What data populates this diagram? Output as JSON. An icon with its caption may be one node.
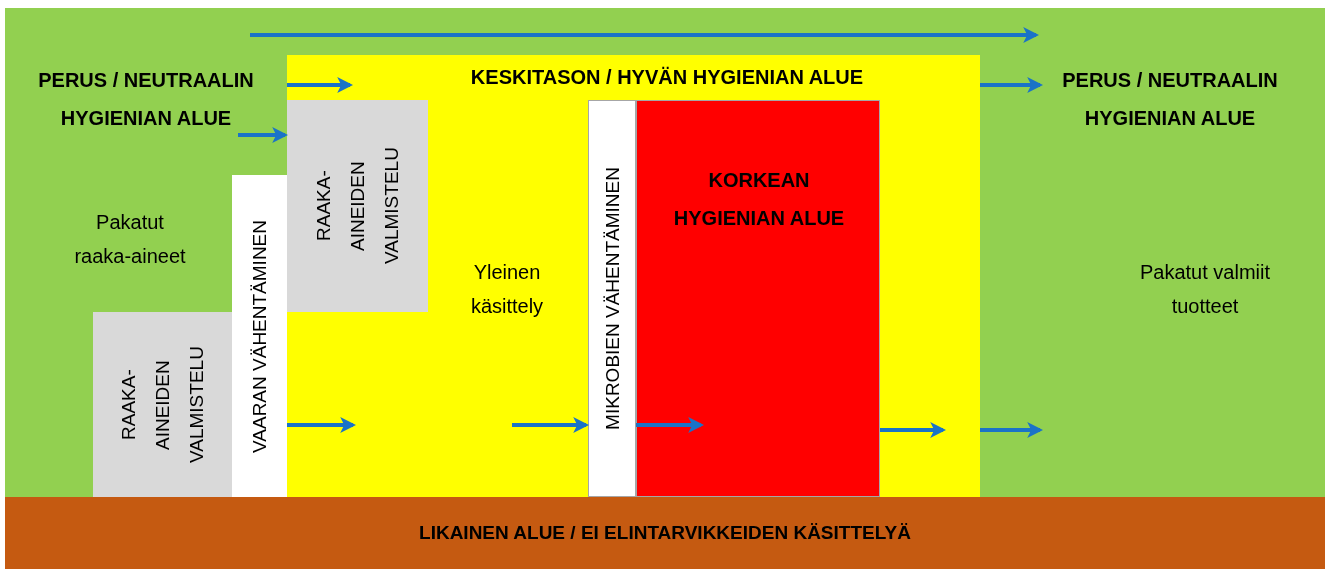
{
  "diagram": {
    "nodes": [
      {
        "text": [
          "PERUS / NEUTRAALIN HYGIENIAN ALUE",
          "Pakatut raaka-aineet"
        ]
      },
      {
        "text": [
          "RAAKA-AINEIDEN VALMISTELU"
        ],
        "in": 0
      },
      {
        "text": [
          "VAARAN VÄHENTÄMINEN"
        ],
        "in": 0
      },
      {
        "text": [
          "KESKITASON / HYVÄN HYGIENIAN ALUE",
          "Yleinen käsittely"
        ]
      },
      {
        "text": [
          "RAAKA-AINEIDEN VALMISTELU"
        ],
        "in": 3
      },
      {
        "text": [
          "MIKROBIEN VÄHENTÄMINEN"
        ],
        "in": 3
      },
      {
        "text": [
          "KORKEAN HYGIENIAN ALUE"
        ],
        "in": 3
      },
      {
        "text": [
          "PERUS / NEUTRAALIN HYGIENIAN ALUE",
          "Pakatut valmiit tuotteet"
        ]
      },
      {
        "text": [
          "LIKAINEN ALUE / EI ELINTARVIKKEIDEN KÄSITTELYÄ"
        ]
      }
    ],
    "edges": [
      {
        "from": 0,
        "to": 3,
        "arrow": "to"
      },
      {
        "from": null,
        "to": 4,
        "arrow": "to"
      },
      {
        "from": 2,
        "to": 3,
        "arrow": "to"
      },
      {
        "from": null,
        "to": 5,
        "arrow": "to"
      },
      {
        "from": 5,
        "to": 6,
        "arrow": "to"
      },
      {
        "from": 6,
        "to": 3,
        "arrow": "to"
      },
      {
        "from": 3,
        "to": 7,
        "arrow": "to"
      },
      {
        "from": 3,
        "to": 7,
        "arrow": "to"
      }
    ]
  }
}
